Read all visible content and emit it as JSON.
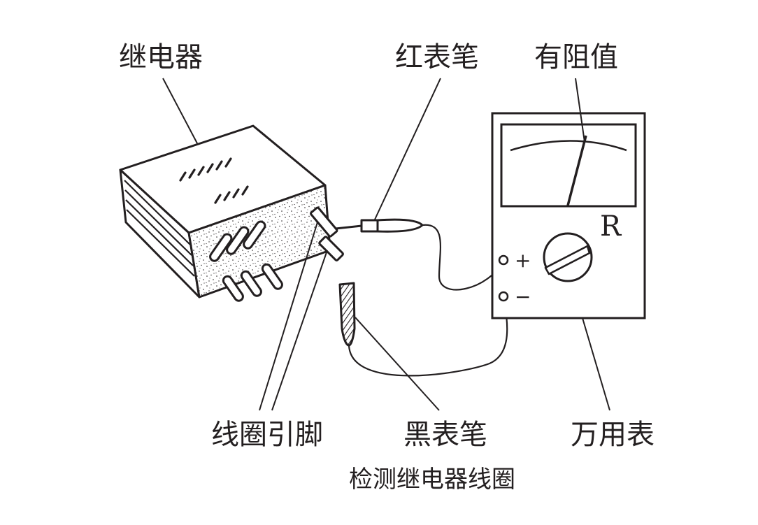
{
  "labels": {
    "relay": "继电器",
    "red_probe": "红表笔",
    "has_resistance": "有阻值",
    "coil_pins": "线圈引脚",
    "black_probe": "黑表笔",
    "multimeter": "万用表"
  },
  "meter": {
    "range_letter": "R",
    "plus_sign": "+",
    "minus_sign": "−"
  },
  "caption": "检测继电器线圈",
  "colors": {
    "ink": "#231f20",
    "background": "#ffffff"
  }
}
